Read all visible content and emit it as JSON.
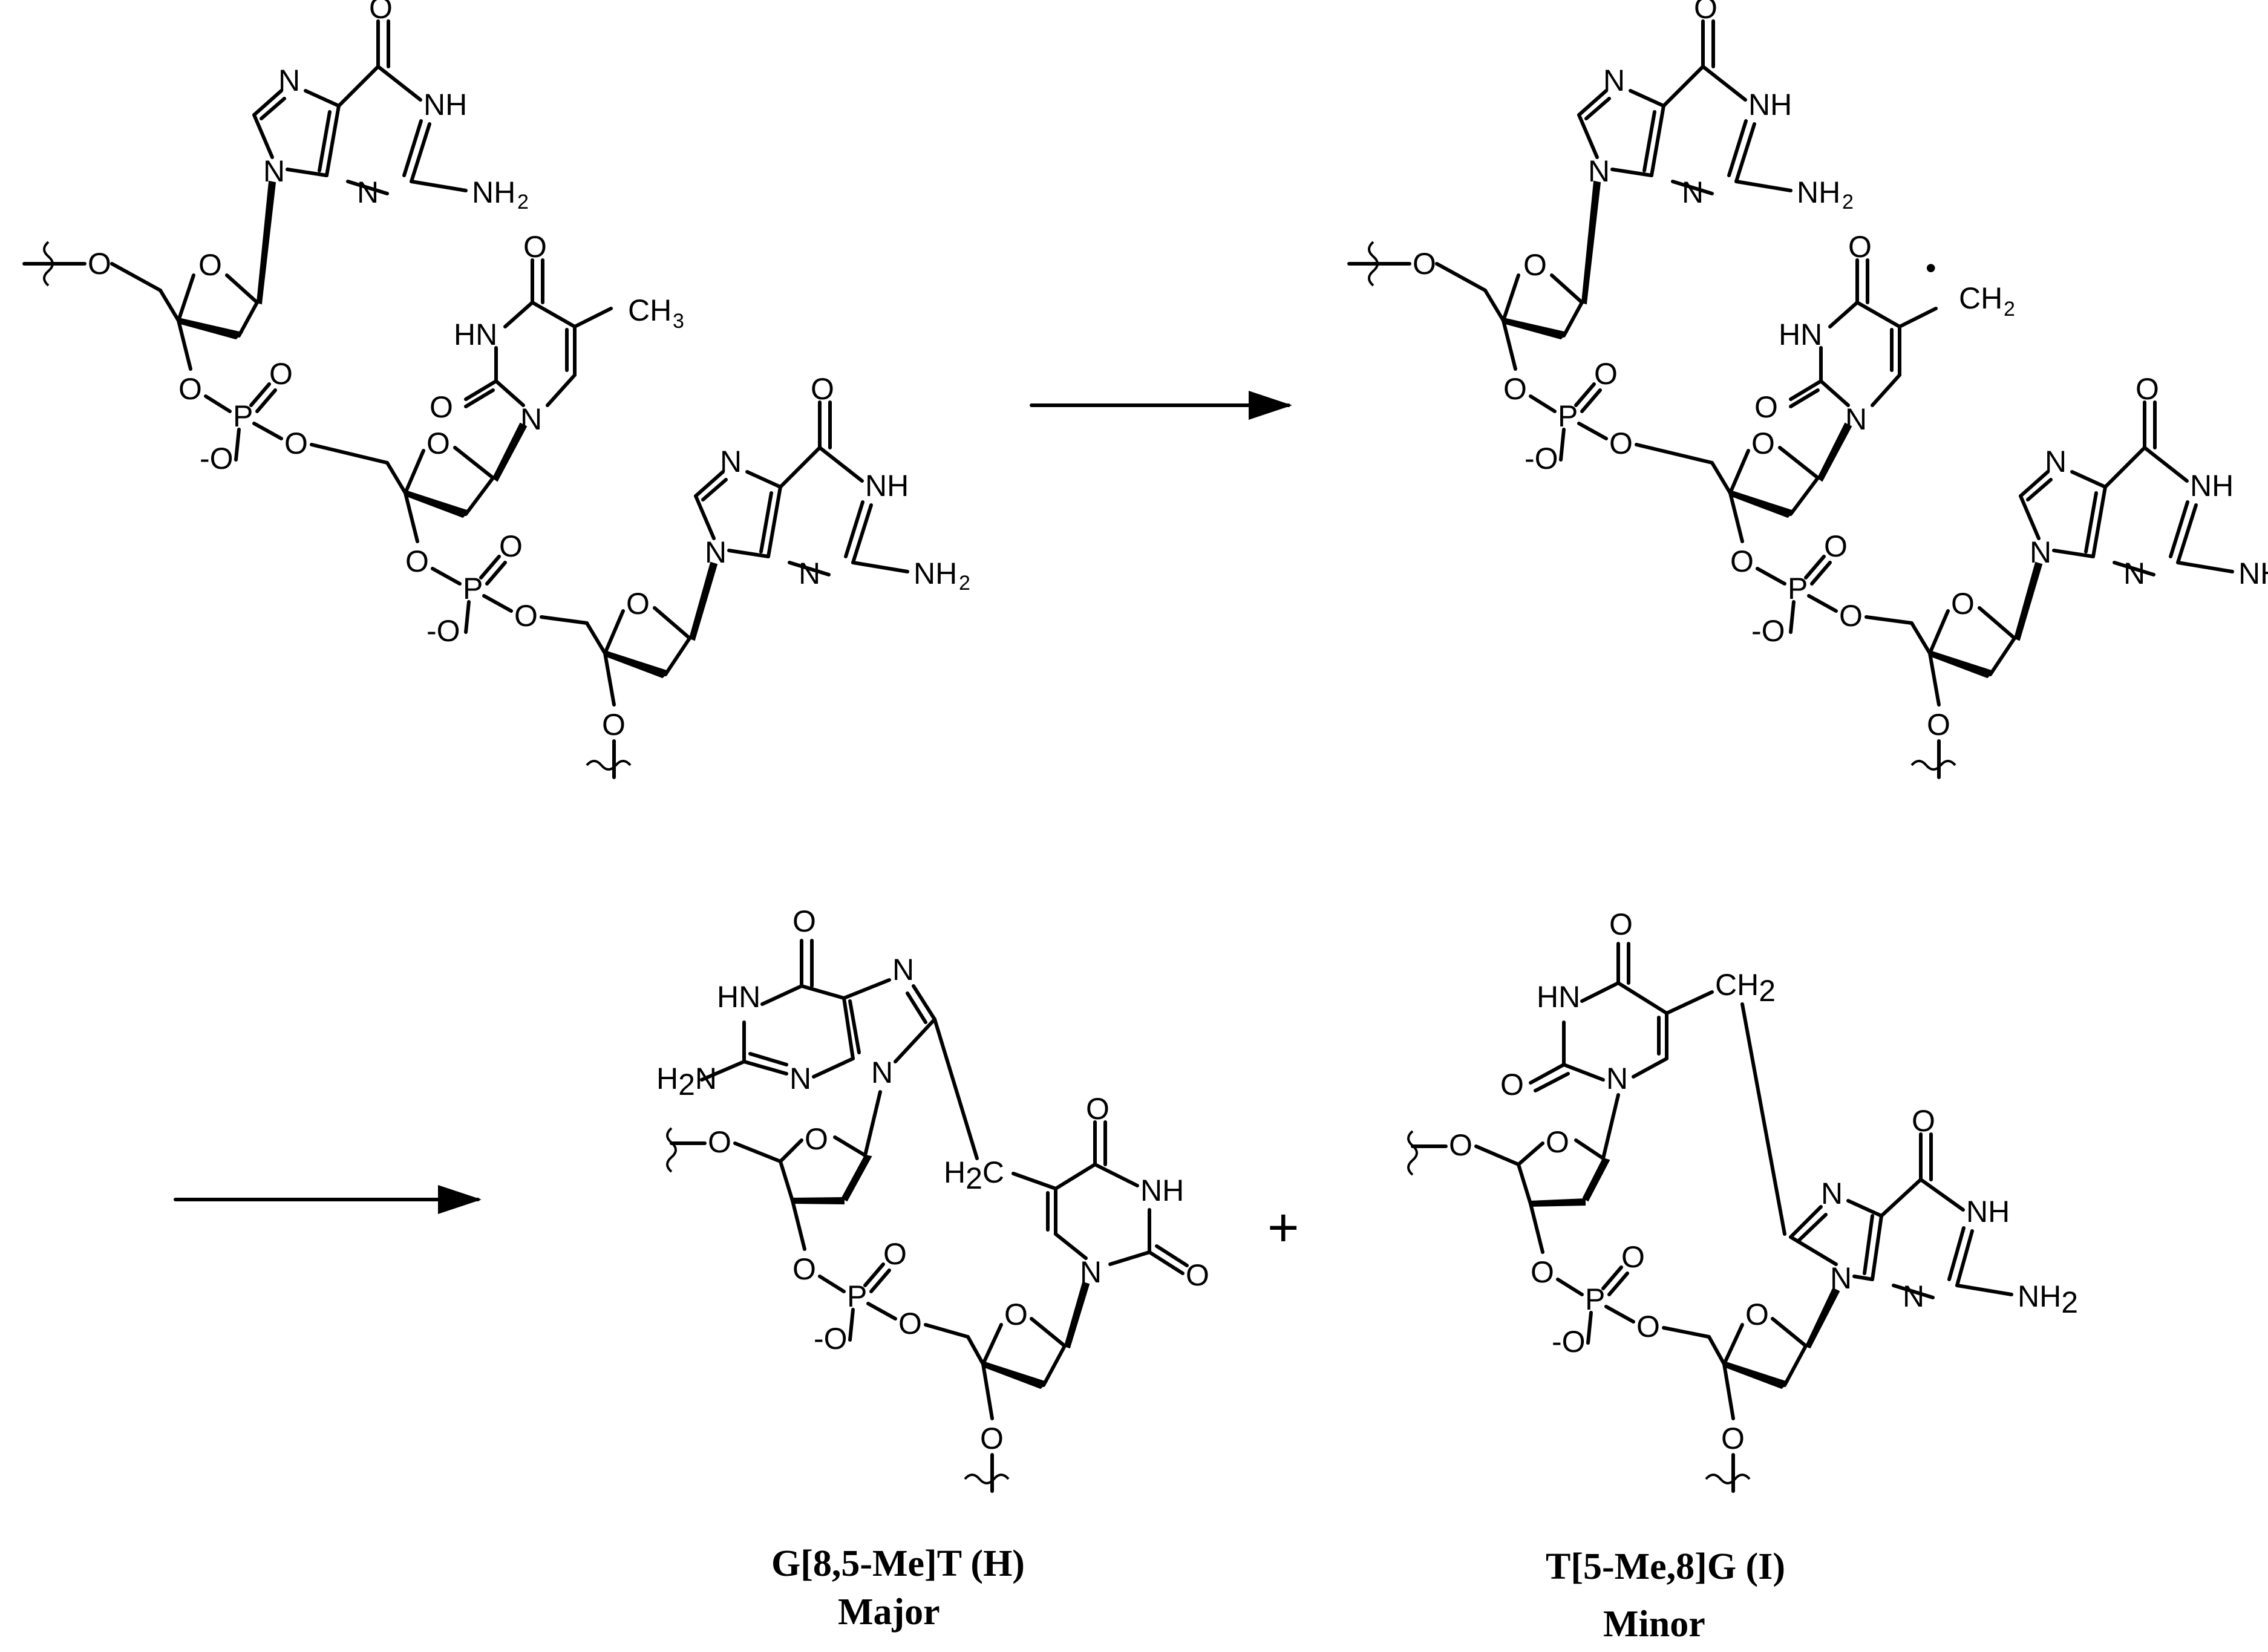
{
  "atoms": {
    "o": "O",
    "n": "N",
    "nh": "NH",
    "hn": "HN",
    "p": "P",
    "o_minus": "-O",
    "nh2_main": "NH",
    "h2n_main": "H",
    "h2n_tail": "N",
    "ch3_main": "CH",
    "ch2_main": "CH",
    "h2c_main": "H",
    "h2c_tail": "C",
    "sub2": "2",
    "sub3": "3",
    "radical": "•"
  },
  "reaction": {
    "plus": "+"
  },
  "products": [
    {
      "name": "G[8,5-Me]T (H)",
      "yield": "Major"
    },
    {
      "name": "T[5-Me,8]G (I)",
      "yield": "Minor"
    }
  ]
}
